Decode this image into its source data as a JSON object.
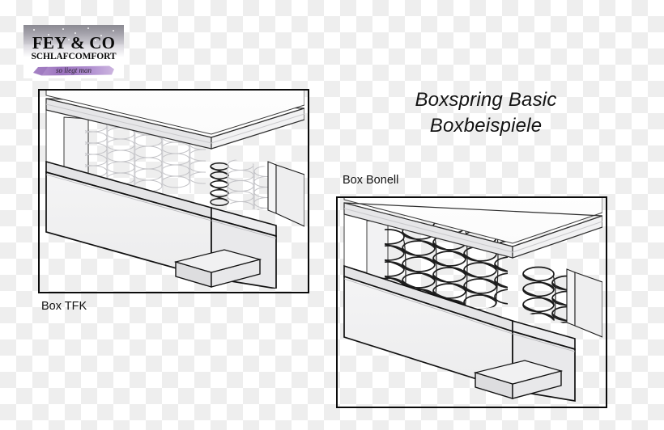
{
  "document": {
    "title_lines": [
      "Boxspring Basic",
      "Boxbeispiele"
    ]
  },
  "logo": {
    "name": "FEY & CO",
    "subtitle": "SCHLAFCOMFORT",
    "tagline": "so liegt man",
    "colors": {
      "sky_top": "#8b8a92",
      "sky_bottom": "#cfcdd4",
      "brush": "#a57fc4",
      "text": "#0b0b0b"
    }
  },
  "figures": [
    {
      "id": "box-tfk",
      "caption": "Box TFK",
      "spring_type": "pocket-spring",
      "spring_stroke": "#b9b9bd",
      "frame_color": "#0a0a0a"
    },
    {
      "id": "box-bonell",
      "caption": "Box Bonell",
      "spring_type": "bonell-spring",
      "spring_stroke": "#1a1a1a",
      "frame_color": "#0a0a0a"
    }
  ],
  "colors": {
    "outline": "#0a0a0a",
    "panel_border": "#0a0a0a",
    "slab_face": "#ffffff",
    "slab_edge": "#e3e3e5",
    "body_face": "#f0f0f0",
    "body_shade": "#e0e0e2",
    "foot": "#dcdcde",
    "background_checker_light": "#ffffff",
    "background_checker_dark": "#eeeeee"
  }
}
